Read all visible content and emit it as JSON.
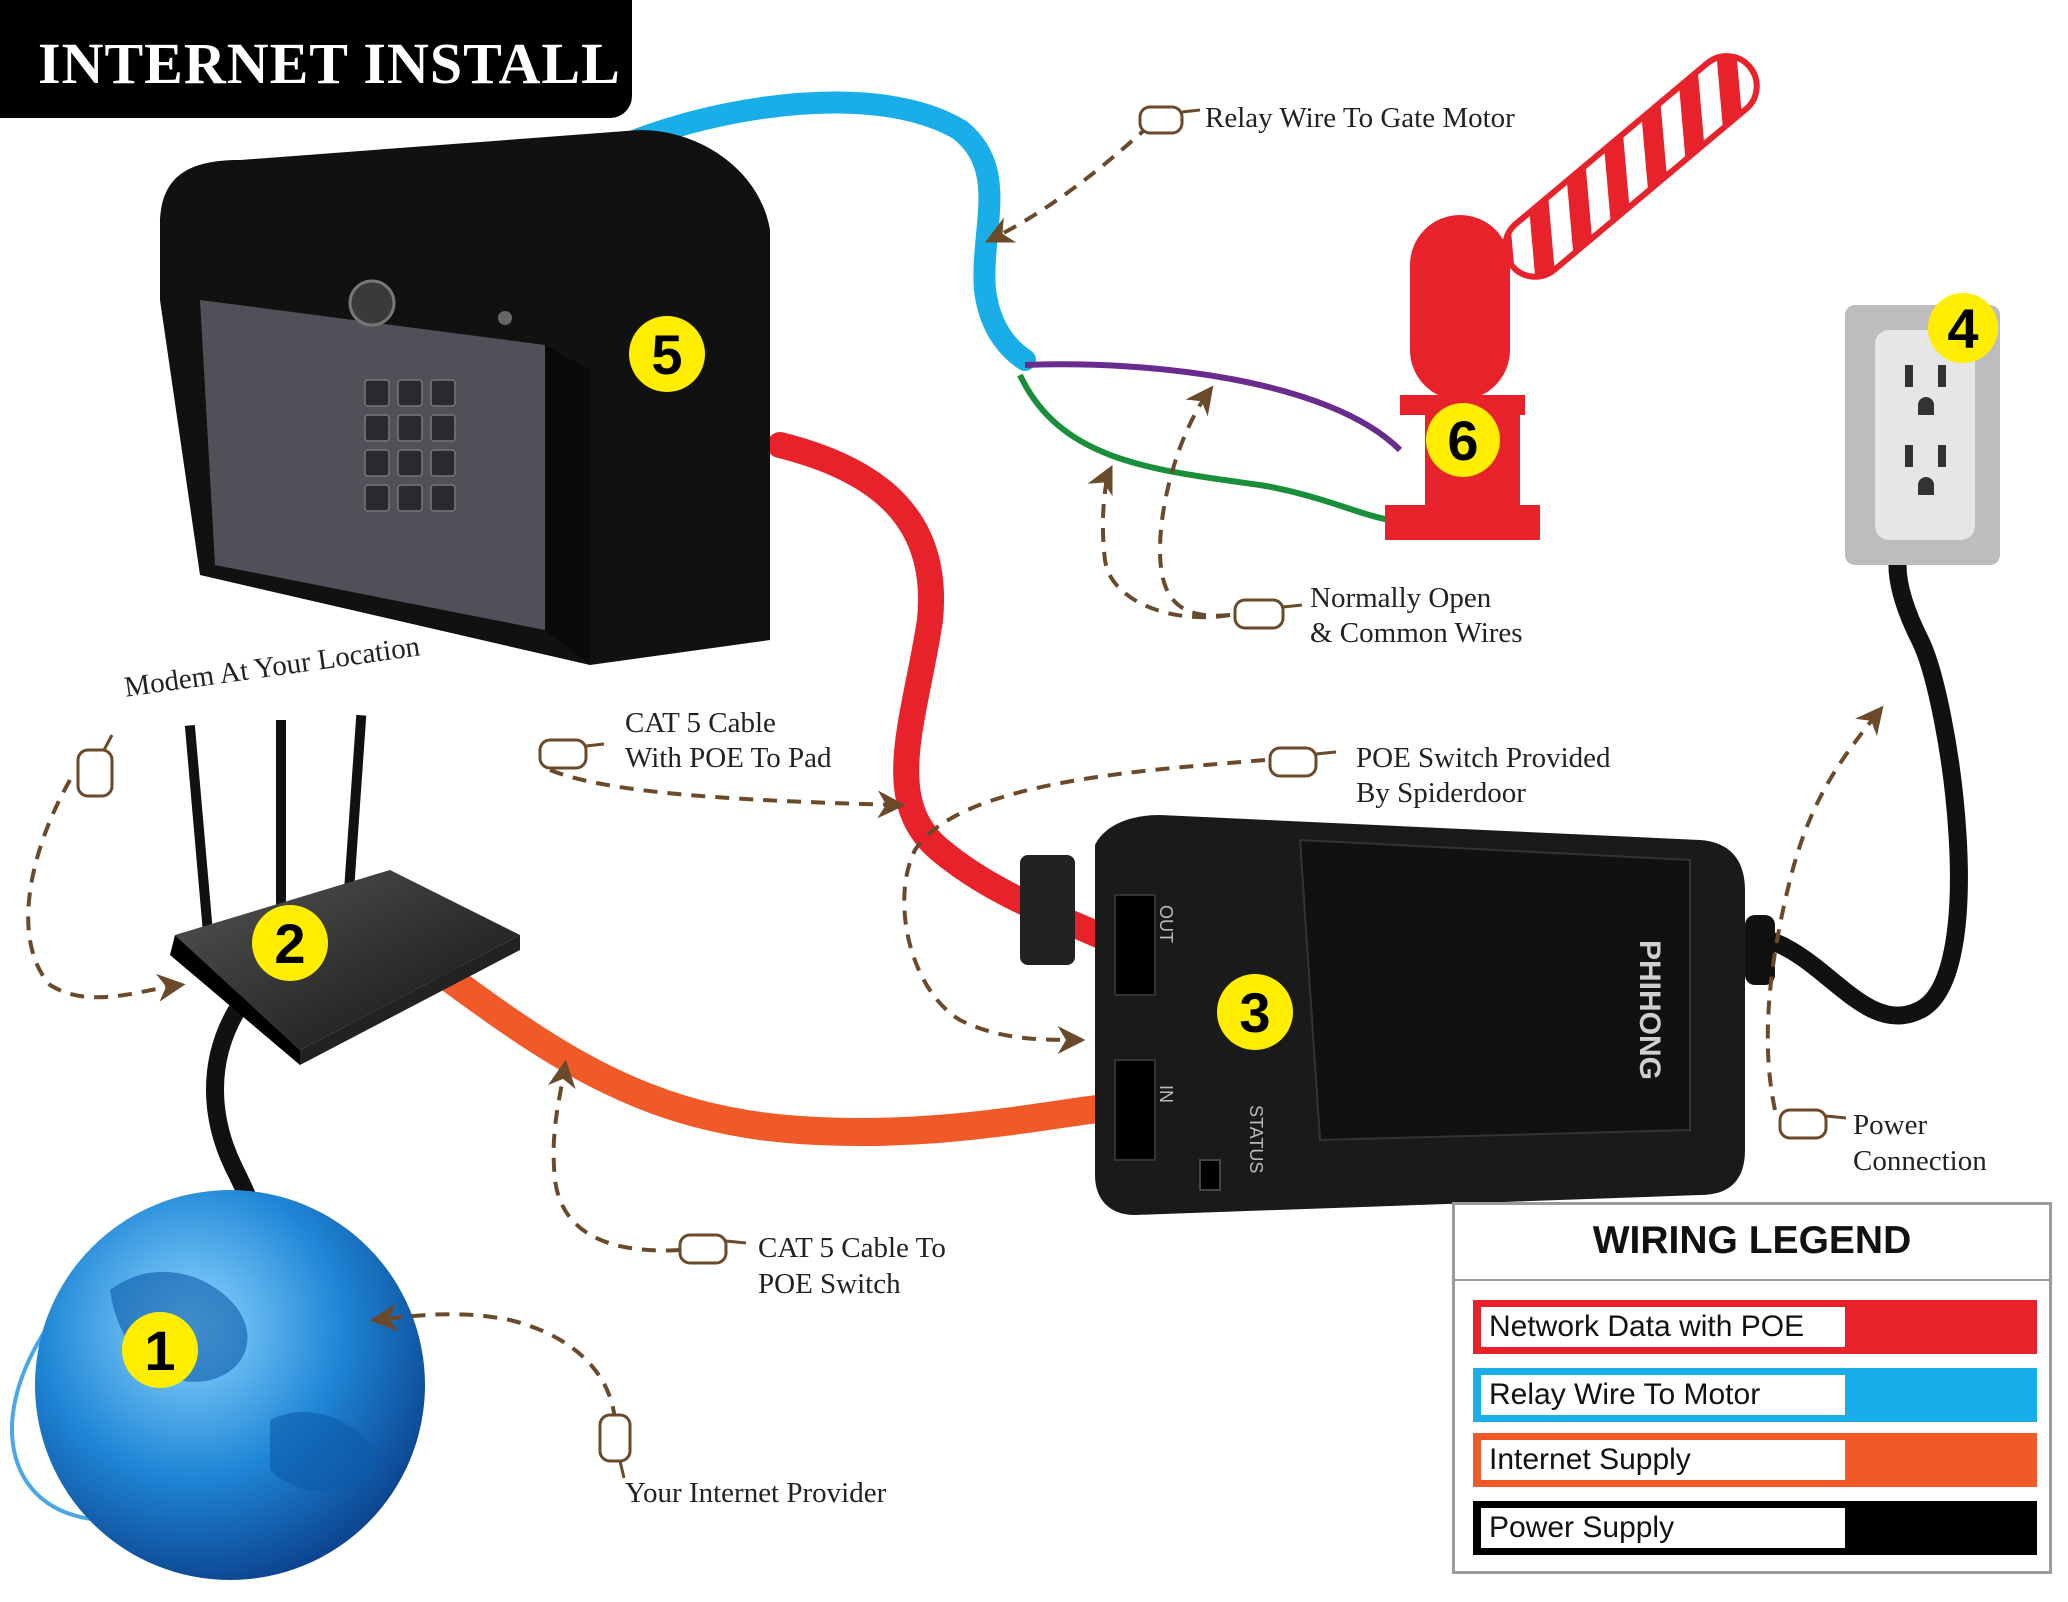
{
  "title": "INTERNET INSTALL",
  "badges": {
    "internet": "1",
    "modem": "2",
    "poe_switch": "3",
    "outlet": "4",
    "keypad": "5",
    "gate_motor": "6"
  },
  "callouts": {
    "relay_wire": "Relay Wire To Gate Motor",
    "normally_open_1": "Normally Open",
    "normally_open_2": "& Common Wires",
    "modem": "Modem At Your Location",
    "cat5_poe_1": "CAT 5 Cable",
    "cat5_poe_2": "With POE To Pad",
    "poe_switch_1": "POE Switch Provided",
    "poe_switch_2": "By Spiderdoor",
    "power_1": "Power",
    "power_2": "Connection",
    "cat5_switch_1": "CAT 5 Cable To",
    "cat5_switch_2": "POE Switch",
    "internet_provider": "Your Internet Provider"
  },
  "device_text": {
    "brand": "PHIHONG",
    "port_out": "OUT",
    "port_in": "IN",
    "status": "STATUS"
  },
  "legend": {
    "title": "WIRING LEGEND",
    "items": [
      {
        "label": "Network Data with POE",
        "color": "#e8222a"
      },
      {
        "label": "Relay Wire To Motor",
        "color": "#19aee8"
      },
      {
        "label": "Internet Supply",
        "color": "#f05a28"
      },
      {
        "label": "Power Supply",
        "color": "#000000"
      }
    ]
  },
  "colors": {
    "network_poe": "#e8222a",
    "relay": "#19aee8",
    "internet": "#f05a28",
    "power": "#000000",
    "wire_purple": "#6a2b8f",
    "wire_green": "#1a8f3a",
    "arrow": "#6b4a2b",
    "badge_fill": "#ffee00"
  }
}
